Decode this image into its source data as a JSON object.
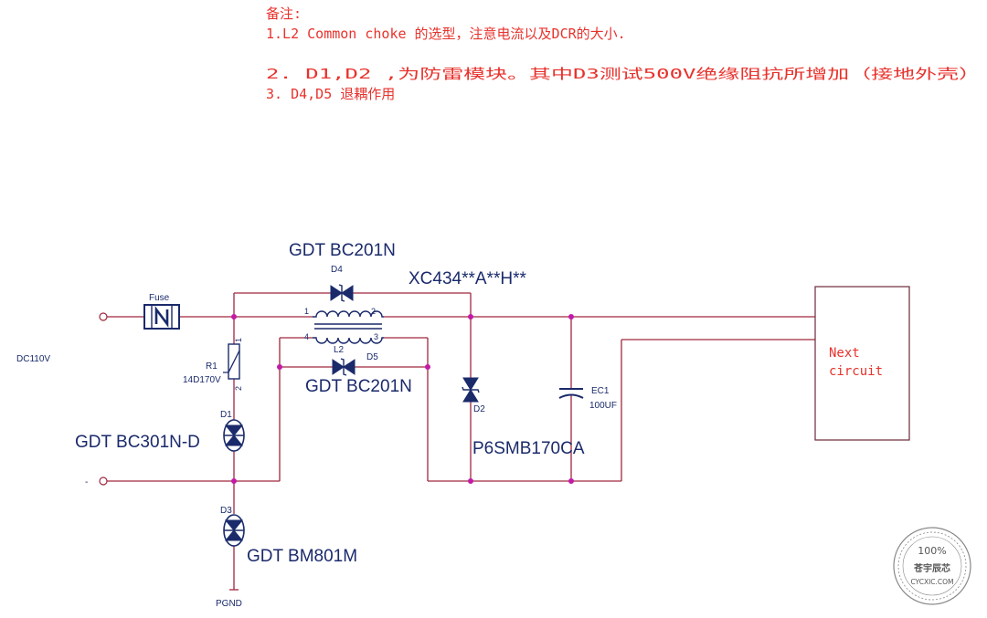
{
  "notes": {
    "title": "备注:",
    "line1": "1.L2 Common choke 的选型，注意电流以及DCR的大小.",
    "line2": "2. D1,D2 ,为防雷模块。其中D3测试500V绝缘阻抗所增加（接地外壳）",
    "line3": "3. D4,D5 退耦作用"
  },
  "labels": {
    "input_voltage": "DC110V",
    "minus": "-",
    "fuse": "Fuse",
    "d4_part": "GDT BC201N",
    "d4": "D4",
    "xc_part": "XC434**A**H**",
    "pin1": "1",
    "pin2": "2",
    "pin3": "3",
    "pin4": "4",
    "l2": "L2",
    "d5": "D5",
    "d5_part": "GDT BC201N",
    "r1": "R1",
    "r1_value": "14D170V",
    "r1_pin1": "1",
    "r1_pin2": "2",
    "d1": "D1",
    "d1_part": "GDT BC301N-D",
    "d2": "D2",
    "d2_part": "P6SMB170CA",
    "ec1": "EC1",
    "ec1_value": "100UF",
    "d3": "D3",
    "d3_part": "GDT BM801M",
    "pgnd": "PGND",
    "next_line1": "Next",
    "next_line2": "circuit"
  },
  "watermark": {
    "percent": "100%",
    "brand": "苍宇辰芯",
    "site": "CYCXIC.COM"
  },
  "colors": {
    "note_text": "#e8322c",
    "component": "#1a2a6b",
    "wire": "#a0273e",
    "junction": "#c21aa8"
  }
}
